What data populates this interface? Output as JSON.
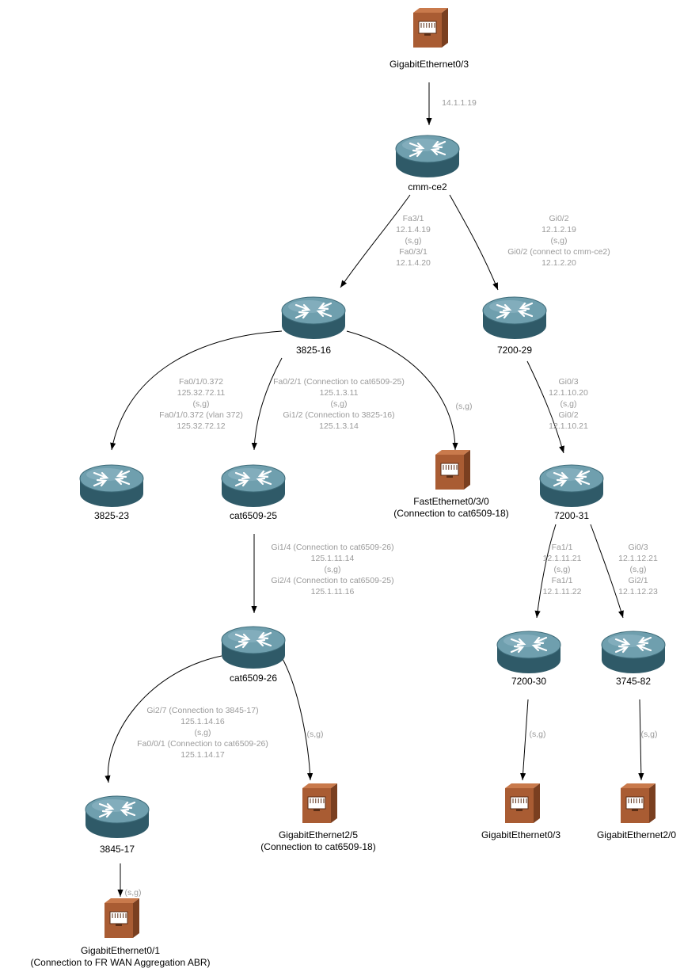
{
  "nodes": {
    "ge03_top": {
      "kind": "interface",
      "label": [
        "GigabitEthernet0/3"
      ]
    },
    "cmm_ce2": {
      "kind": "router",
      "label": [
        "cmm-ce2"
      ]
    },
    "r3825_16": {
      "kind": "router",
      "label": [
        "3825-16"
      ]
    },
    "r7200_29": {
      "kind": "router",
      "label": [
        "7200-29"
      ]
    },
    "r3825_23": {
      "kind": "router",
      "label": [
        "3825-23"
      ]
    },
    "cat6509_25": {
      "kind": "router",
      "label": [
        "cat6509-25"
      ]
    },
    "fe030": {
      "kind": "interface",
      "label": [
        "FastEthernet0/3/0",
        "(Connection to cat6509-18)"
      ]
    },
    "r7200_31": {
      "kind": "router",
      "label": [
        "7200-31"
      ]
    },
    "cat6509_26": {
      "kind": "router",
      "label": [
        "cat6509-26"
      ]
    },
    "r7200_30": {
      "kind": "router",
      "label": [
        "7200-30"
      ]
    },
    "r3745_82": {
      "kind": "router",
      "label": [
        "3745-82"
      ]
    },
    "r3845_17": {
      "kind": "router",
      "label": [
        "3845-17"
      ]
    },
    "ge25": {
      "kind": "interface",
      "label": [
        "GigabitEthernet2/5",
        "(Connection to cat6509-18)"
      ]
    },
    "ge03_b1": {
      "kind": "interface",
      "label": [
        "GigabitEthernet0/3"
      ]
    },
    "ge20": {
      "kind": "interface",
      "label": [
        "GigabitEthernet2/0"
      ]
    },
    "ge01": {
      "kind": "interface",
      "label": [
        "GigabitEthernet0/1",
        "(Connection to FR WAN Aggregation ABR)"
      ]
    }
  },
  "edges": {
    "e1": {
      "from": "ge03_top",
      "to": "cmm_ce2",
      "label": [
        "14.1.1.19"
      ]
    },
    "e2": {
      "from": "cmm_ce2",
      "to": "r3825_16",
      "label": [
        "Fa3/1",
        "12.1.4.19",
        "(s,g)",
        "Fa0/3/1",
        "12.1.4.20"
      ]
    },
    "e3": {
      "from": "cmm_ce2",
      "to": "r7200_29",
      "label": [
        "Gi0/2",
        "12.1.2.19",
        "(s,g)",
        "Gi0/2 (connect to cmm-ce2)",
        "12.1.2.20"
      ]
    },
    "e4": {
      "from": "r3825_16",
      "to": "r3825_23",
      "label": [
        "Fa0/1/0.372",
        "125.32.72.11",
        "(s,g)",
        "Fa0/1/0.372 (vlan 372)",
        "125.32.72.12"
      ]
    },
    "e5": {
      "from": "r3825_16",
      "to": "cat6509_25",
      "label": [
        "Fa0/2/1 (Connection to cat6509-25)",
        "125.1.3.11",
        "(s,g)",
        "Gi1/2 (Connection to 3825-16)",
        "125.1.3.14"
      ]
    },
    "e6": {
      "from": "r3825_16",
      "to": "fe030",
      "label": [
        "(s,g)"
      ]
    },
    "e7": {
      "from": "r7200_29",
      "to": "r7200_31",
      "label": [
        "Gi0/3",
        "12.1.10.20",
        "(s,g)",
        "Gi0/2",
        "12.1.10.21"
      ]
    },
    "e8": {
      "from": "cat6509_25",
      "to": "cat6509_26",
      "label": [
        "Gi1/4 (Connection to cat6509-26)",
        "125.1.11.14",
        "(s,g)",
        "Gi2/4 (Connection to cat6509-25)",
        "125.1.11.16"
      ]
    },
    "e9": {
      "from": "r7200_31",
      "to": "r7200_30",
      "label": [
        "Fa1/1",
        "12.1.11.21",
        "(s,g)",
        "Fa1/1",
        "12.1.11.22"
      ]
    },
    "e10": {
      "from": "r7200_31",
      "to": "r3745_82",
      "label": [
        "Gi0/3",
        "12.1.12.21",
        "(s,g)",
        "Gi2/1",
        "12.1.12.23"
      ]
    },
    "e11": {
      "from": "cat6509_26",
      "to": "r3845_17",
      "label": [
        "Gi2/7 (Connection to 3845-17)",
        "125.1.14.16",
        "(s,g)",
        "Fa0/0/1 (Connection to cat6509-26)",
        "125.1.14.17"
      ]
    },
    "e12": {
      "from": "cat6509_26",
      "to": "ge25",
      "label": [
        "(s,g)"
      ]
    },
    "e13": {
      "from": "r7200_30",
      "to": "ge03_b1",
      "label": [
        "(s,g)"
      ]
    },
    "e14": {
      "from": "r3745_82",
      "to": "ge20",
      "label": [
        "(s,g)"
      ]
    },
    "e15": {
      "from": "r3845_17",
      "to": "ge01",
      "label": [
        "(s,g)"
      ]
    }
  },
  "colors": {
    "router_body": "#2f5a68",
    "router_top": "#6f9fae",
    "interface_body": "#a95c33",
    "interface_top": "#c97a4c",
    "edge_stroke": "#000000",
    "edge_label": "#9a9a9a",
    "node_label": "#000000"
  }
}
